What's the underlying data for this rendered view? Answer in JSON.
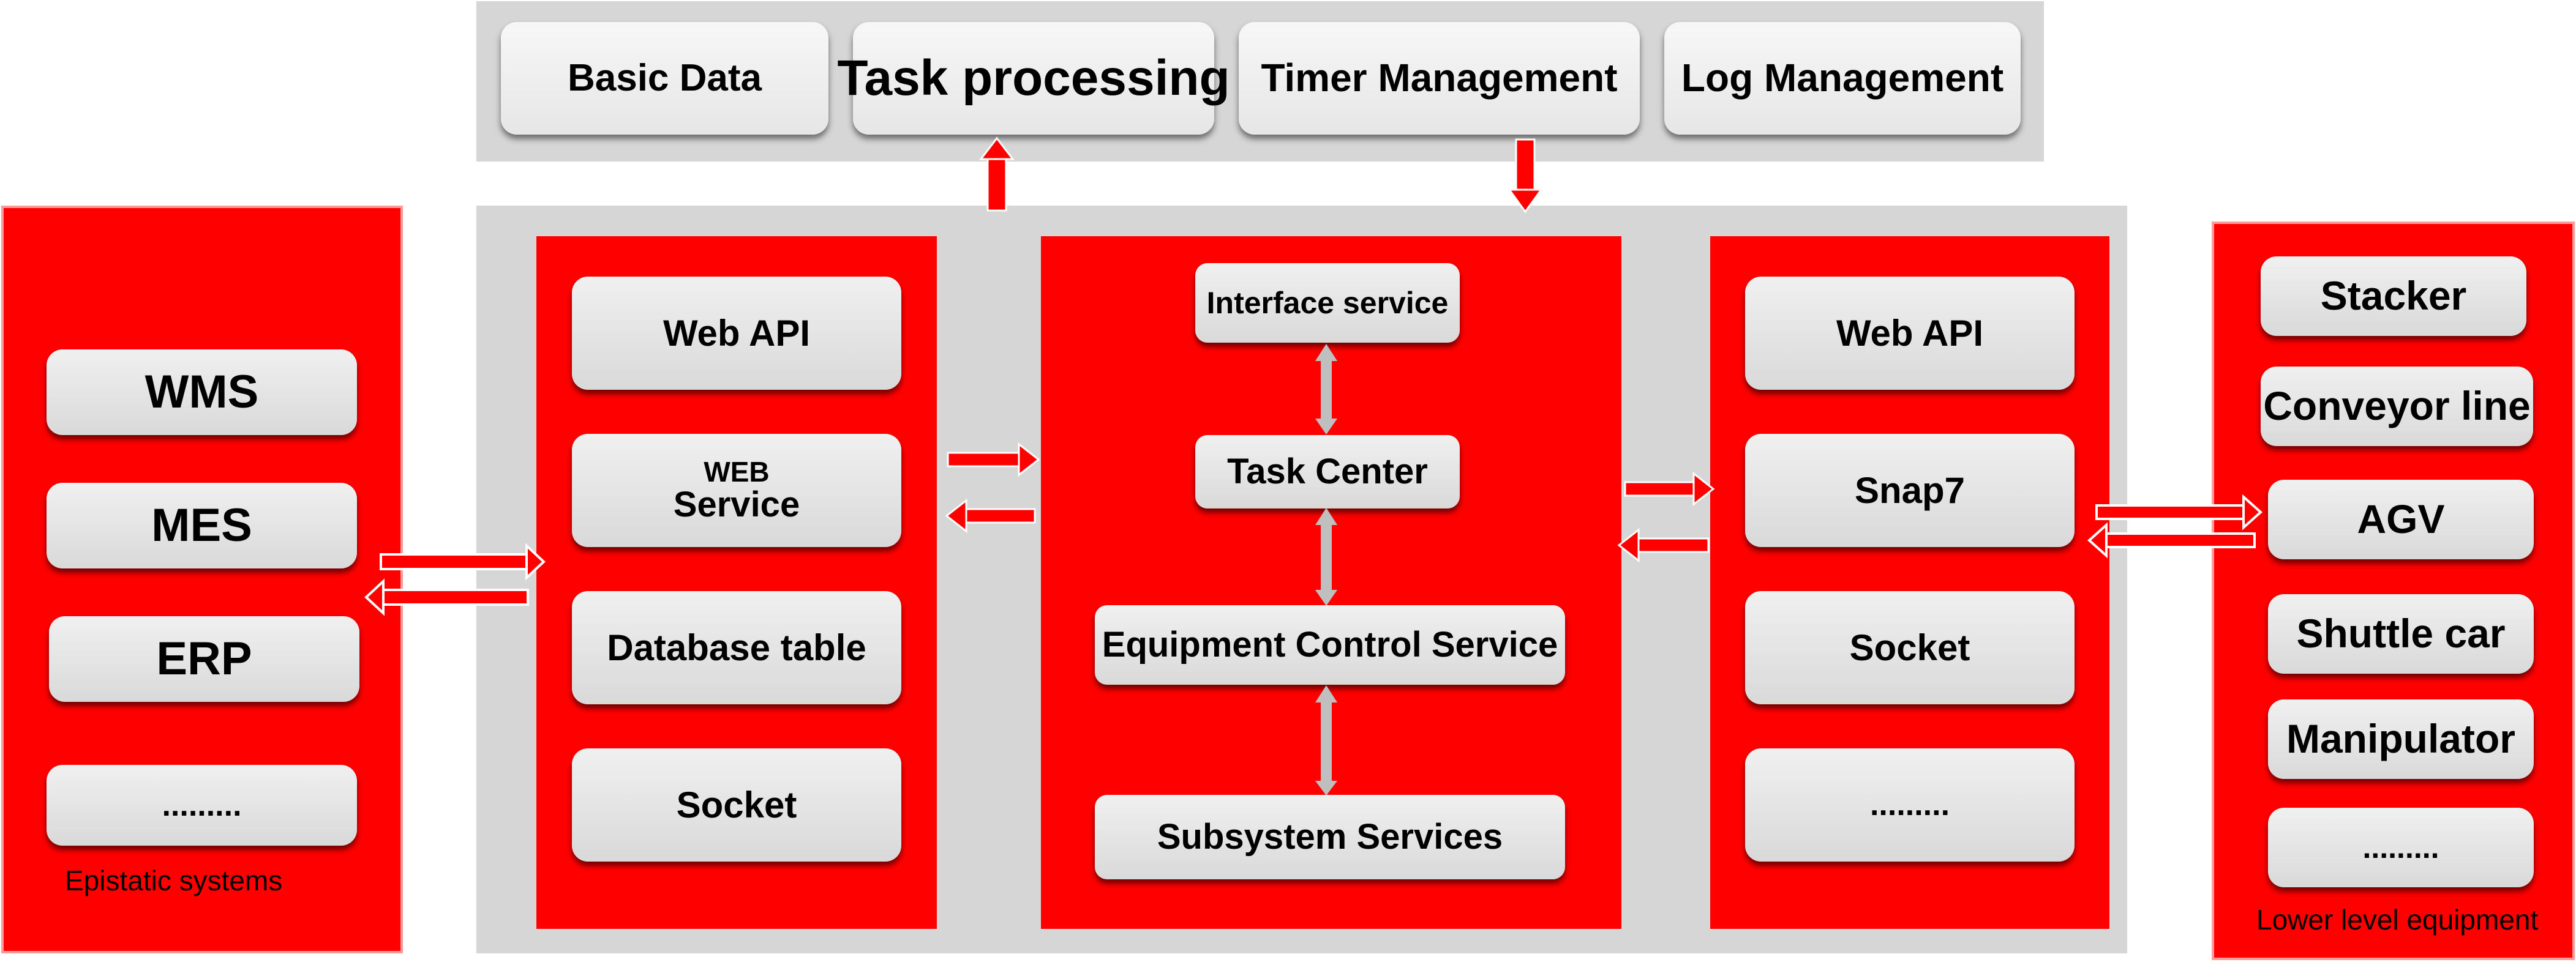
{
  "top_bar": {
    "items": [
      "Basic Data",
      "Task processing",
      "Timer Management",
      "Log Management"
    ]
  },
  "upper_systems": {
    "items": [
      "WMS",
      "MES",
      "ERP",
      "........."
    ],
    "caption": "Epistatic systems"
  },
  "left_interfaces": {
    "items": [
      "Web API",
      "WEB",
      "Service",
      "Database table",
      "Socket"
    ]
  },
  "core": {
    "interface_service": "Interface service",
    "task_center": "Task Center",
    "equipment_control": "Equipment Control Service",
    "subsystem_services": "Subsystem Services"
  },
  "right_interfaces": {
    "items": [
      "Web API",
      "Snap7",
      "Socket",
      "........."
    ]
  },
  "lower_equipment": {
    "items": [
      "Stacker",
      "Conveyor line",
      "AGV",
      "Shuttle car",
      "Manipulator",
      "........."
    ],
    "caption": "Lower level equipment"
  },
  "colors": {
    "accent_red": "#fe0000",
    "panel_gray": "#d6d6d6",
    "box_gray": "#e4e4e4",
    "connector_gray": "#bfbfbf"
  }
}
